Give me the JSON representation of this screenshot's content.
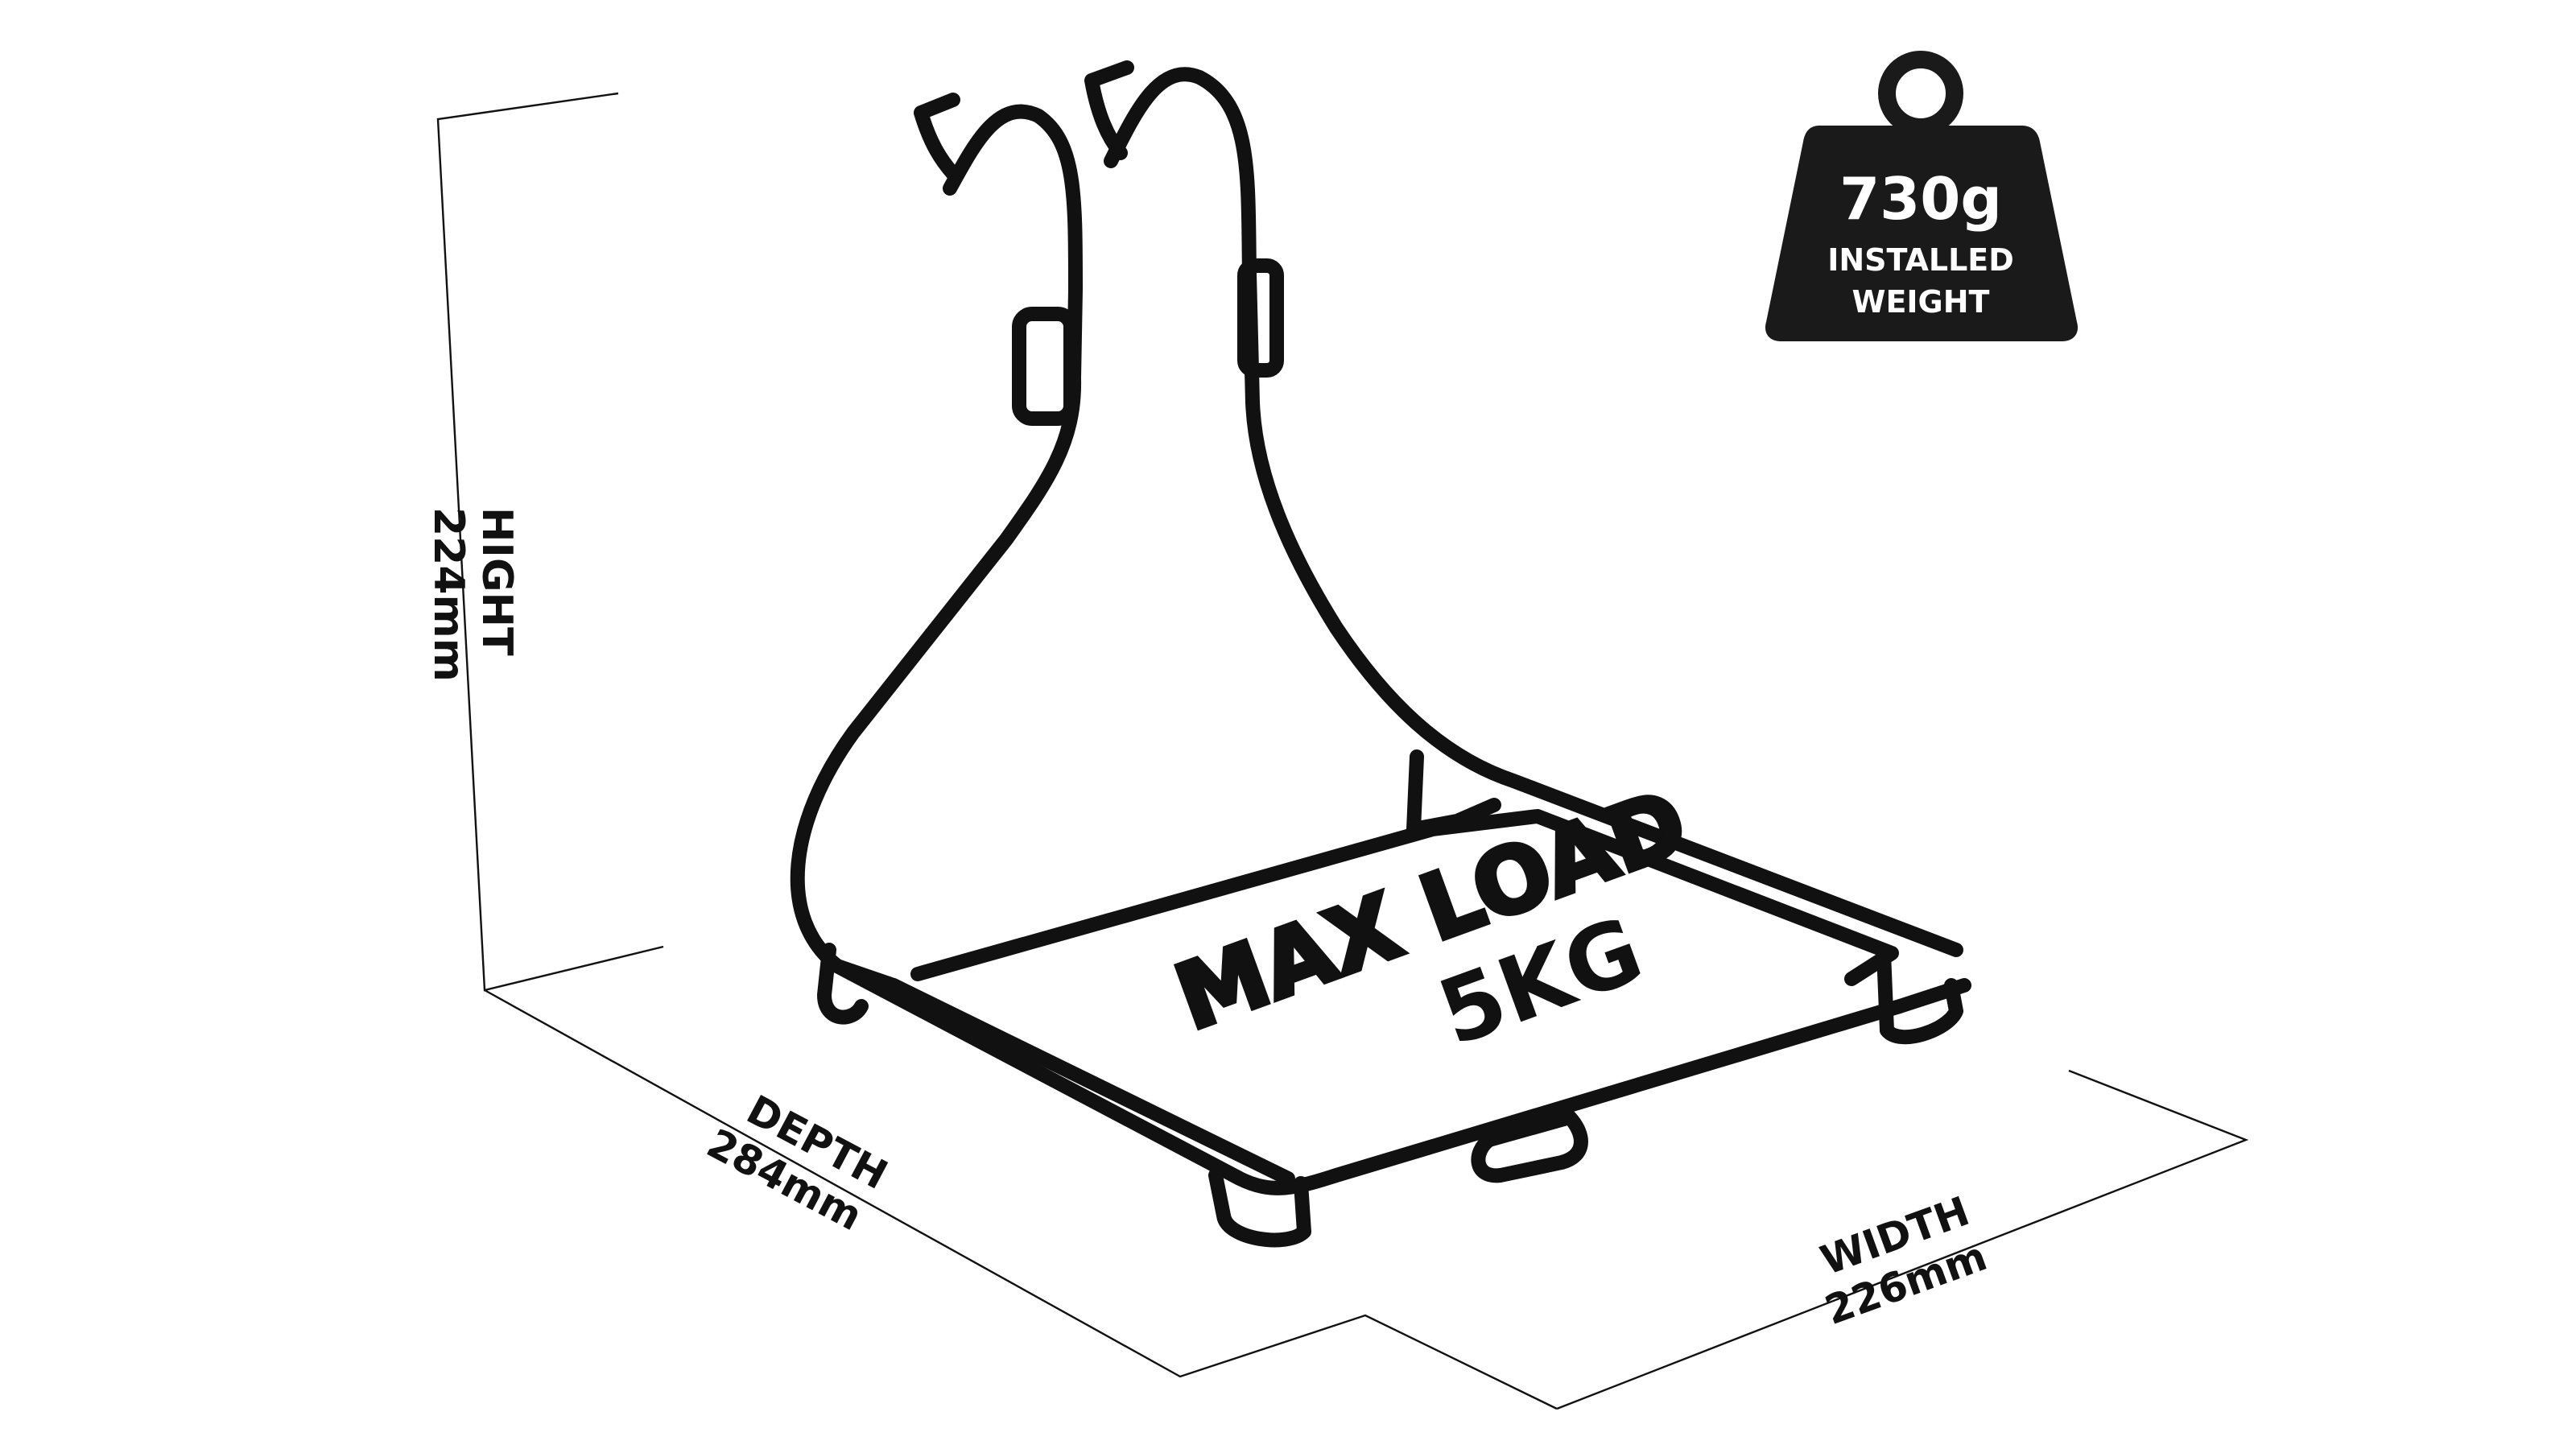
{
  "weight_badge": {
    "value": "730g",
    "line1": "INSTALLED",
    "line2": "WEIGHT",
    "color": "#1a1a1a"
  },
  "dimensions": {
    "height": {
      "label": "HIGHT",
      "value": "224mm"
    },
    "depth": {
      "label": "DEPTH",
      "value": "284mm"
    },
    "width": {
      "label": "WIDTH",
      "value": "226mm"
    }
  },
  "platform": {
    "line1": "MAX LOAD",
    "line2": "5KG"
  },
  "colors": {
    "line": "#111111",
    "background": "#ffffff"
  }
}
